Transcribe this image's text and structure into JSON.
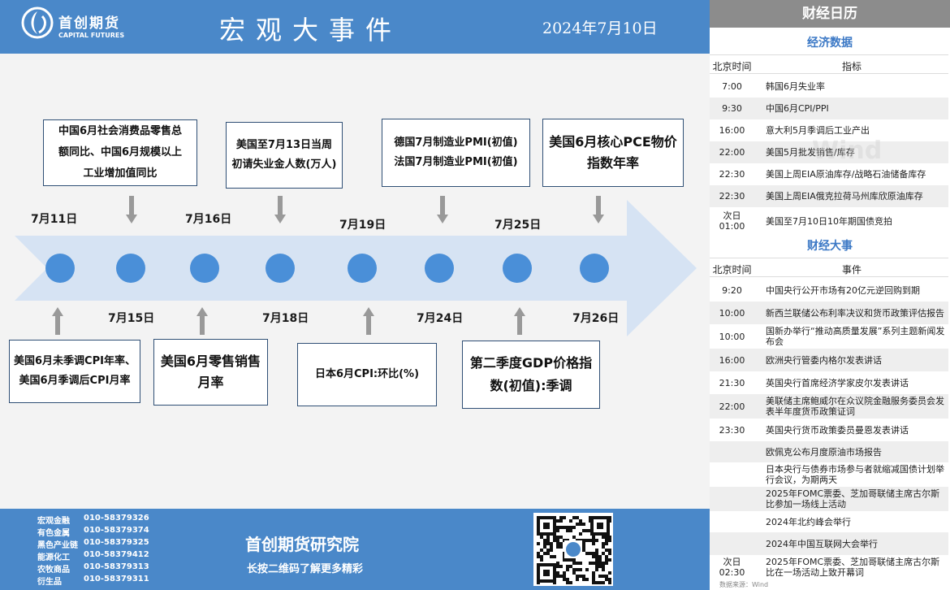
{
  "header": {
    "logo_cn": "首创期货",
    "logo_en": "CAPITAL FUTURES",
    "title": "宏观大事件",
    "date": "2024年7月10日"
  },
  "timeline": {
    "dates_top": [
      "7月11日",
      "7月16日",
      "7月19日",
      "7月25日"
    ],
    "dates_bottom": [
      "7月15日",
      "7月18日",
      "7月24日",
      "7月26日"
    ],
    "events_top": [
      [
        "中国6月社会消费品零售总",
        "额同比、中国6月规模以上",
        "工业增加值同比"
      ],
      [
        "美国至7月13日当周",
        "初请失业金人数(万人)"
      ],
      [
        "德国7月制造业PMI(初值)",
        "法国7月制造业PMI(初值)"
      ],
      [
        "美国6月核心PCE物价",
        "指数年率"
      ]
    ],
    "events_bottom": [
      [
        "美国6月未季调CPI年率、",
        "美国6月季调后CPI月率"
      ],
      [
        "美国6月零售销售",
        "月率"
      ],
      [
        "日本6月CPI:环比(%)"
      ],
      [
        "第二季度GDP价格指",
        "数(初值):季调"
      ]
    ]
  },
  "footer": {
    "contacts": [
      {
        "label": "宏观金融",
        "phone": "010-58379326"
      },
      {
        "label": "有色金属",
        "phone": "010-58379374"
      },
      {
        "label": "黑色产业链",
        "phone": "010-58379325"
      },
      {
        "label": "能源化工",
        "phone": "010-58379412"
      },
      {
        "label": "农牧商品",
        "phone": "010-58379313"
      },
      {
        "label": "衍生品",
        "phone": "010-58379311"
      }
    ],
    "institute": "首创期货研究院",
    "institute_sub": "长按二维码了解更多精彩"
  },
  "calendar": {
    "title": "财经日历",
    "econ_title": "经济数据",
    "col_time": "北京时间",
    "col_indicator": "指标",
    "econ_rows": [
      {
        "time": "7:00",
        "text": "韩国6月失业率"
      },
      {
        "time": "9:30",
        "text": "中国6月CPI/PPI"
      },
      {
        "time": "16:00",
        "text": "意大利5月季调后工业产出"
      },
      {
        "time": "22:00",
        "text": "美国5月批发销售/库存"
      },
      {
        "time": "22:30",
        "text": "美国上周EIA原油库存/战略石油储备库存"
      },
      {
        "time": "22:30",
        "text": "美国上周EIA俄克拉荷马州库欣原油库存"
      },
      {
        "time": "次日 01:00",
        "text": "美国至7月10日10年期国债竞拍"
      }
    ],
    "events_title": "财经大事",
    "col_event": "事件",
    "event_rows": [
      {
        "time": "9:20",
        "text": "中国央行公开市场有20亿元逆回购到期"
      },
      {
        "time": "10:00",
        "text": "新西兰联储公布利率决议和货币政策评估报告"
      },
      {
        "time": "10:00",
        "text": "国新办举行“推动高质量发展”系列主题新闻发布会"
      },
      {
        "time": "16:00",
        "text": "欧洲央行管委内格尔发表讲话"
      },
      {
        "time": "21:30",
        "text": "英国央行首席经济学家皮尔发表讲话"
      },
      {
        "time": "22:00",
        "text": "美联储主席鲍威尔在众议院金融服务委员会发表半年度货币政策证词"
      },
      {
        "time": "23:30",
        "text": "英国央行货币政策委员曼恩发表讲话"
      },
      {
        "time": "",
        "text": "欧佩克公布月度原油市场报告"
      },
      {
        "time": "",
        "text": "日本央行与债券市场参与者就缩减国债计划举行会议，为期两天"
      },
      {
        "time": "",
        "text": "2025年FOMC票委、芝加哥联储主席古尔斯比参加一场线上活动"
      },
      {
        "time": "",
        "text": "2024年北约峰会举行"
      },
      {
        "time": "",
        "text": "2024年中国互联网大会举行"
      },
      {
        "time": "次日 02:30",
        "text": "2025年FOMC票委、芝加哥联储主席古尔斯比在一场活动上致开幕词"
      }
    ],
    "source": "数据来源：Wind",
    "watermark": "Wind"
  },
  "colors": {
    "brand_blue": "#4a88c9",
    "node_blue": "#4a8fd8",
    "arrow_fill": "#d6e3f3",
    "section_title": "#3b78c5"
  }
}
